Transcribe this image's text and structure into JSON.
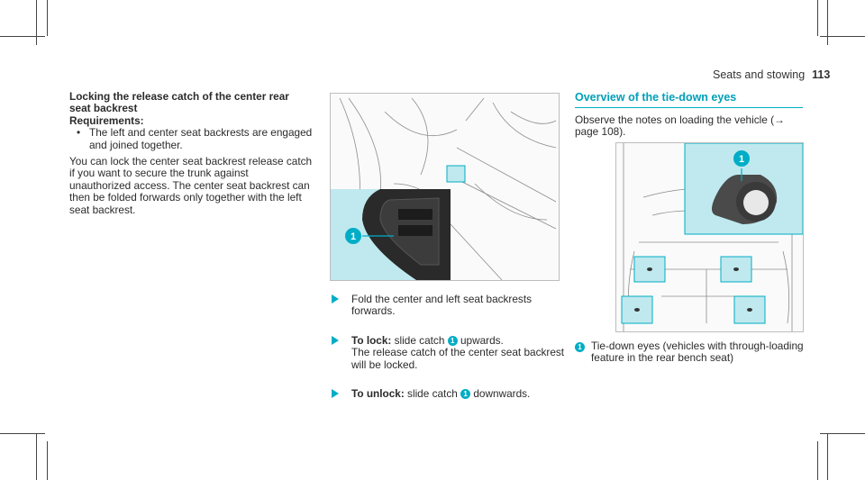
{
  "header": {
    "section": "Seats and stowing",
    "page": "113"
  },
  "left_column": {
    "heading": "Locking the release catch of the center rear seat backrest",
    "requirements_label": "Requirements:",
    "requirement": "The left and center seat backrests are engaged and joined together.",
    "body": "You can lock the center seat backrest release catch if you want to secure the trunk against unauthorized access. The center seat backrest can then be folded forwards only together with the left seat backrest."
  },
  "figure1": {
    "callout": "1"
  },
  "steps": [
    {
      "label": "",
      "text": "Fold the center and left seat backrests forwards."
    },
    {
      "label": "To lock:",
      "text1": "slide catch",
      "callout": "1",
      "text2": "upwards.",
      "text3": "The release catch of the center seat backrest will be locked."
    },
    {
      "label": "To unlock:",
      "text1": "slide catch",
      "callout": "1",
      "text2": "downwards."
    }
  ],
  "right_column": {
    "title": "Overview of the tie-down eyes",
    "observe": "Observe the notes on loading the vehicle (→ page 108).",
    "caption_num": "1",
    "caption": "Tie-down eyes (vehicles with through-loading feature in the rear bench seat)"
  },
  "figure2": {
    "callout": "1"
  },
  "colors": {
    "accent": "#00adc6",
    "highlight": "#bfe9ee",
    "ink": "#2b2b2b"
  }
}
